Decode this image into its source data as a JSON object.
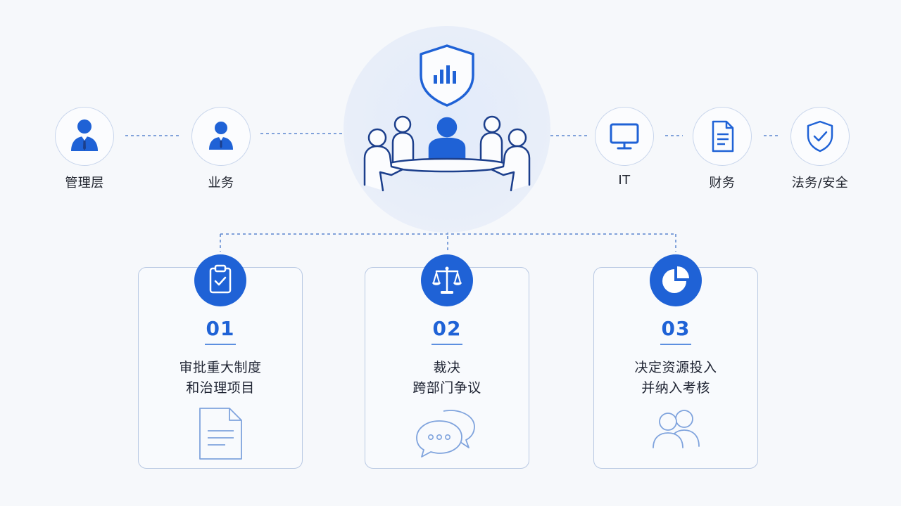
{
  "diagram": {
    "accent_color": "#1f62d6",
    "hub": {
      "icons": [
        "shield-chart-icon",
        "meeting-table-icon"
      ]
    },
    "stakeholders": [
      {
        "id": "management",
        "label": "管理层",
        "icon": "manager-icon"
      },
      {
        "id": "business",
        "label": "业务",
        "icon": "business-person-icon"
      },
      {
        "id": "it",
        "label": "IT",
        "icon": "monitor-icon"
      },
      {
        "id": "finance",
        "label": "财务",
        "icon": "document-icon"
      },
      {
        "id": "legal",
        "label": "法务/安全",
        "icon": "shield-check-icon"
      }
    ],
    "responsibilities": [
      {
        "number": "01",
        "line1": "审批重大制度",
        "line2": "和治理项目",
        "icon": "clipboard-check-icon",
        "illustration": "document-icon"
      },
      {
        "number": "02",
        "line1": "裁决",
        "line2": "跨部门争议",
        "icon": "scales-icon",
        "illustration": "chat-bubbles-icon"
      },
      {
        "number": "03",
        "line1": "决定资源投入",
        "line2": "并纳入考核",
        "icon": "pie-chart-icon",
        "illustration": "people-icon"
      }
    ]
  }
}
